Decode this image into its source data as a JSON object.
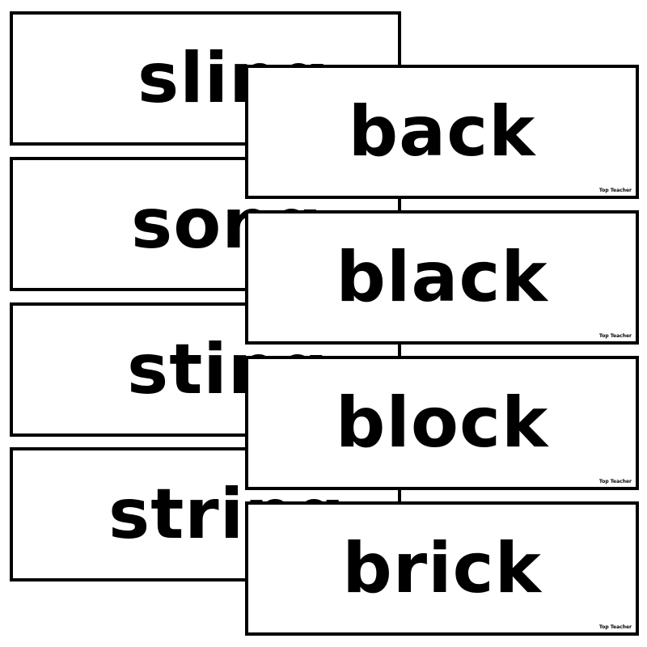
{
  "back_cards": [
    {
      "word": "sling"
    },
    {
      "word": "song"
    },
    {
      "word": "sting"
    },
    {
      "word": "string"
    }
  ],
  "front_cards": [
    {
      "word": "back",
      "brand": "Top Teacher"
    },
    {
      "word": "black",
      "brand": "Top Teacher"
    },
    {
      "word": "block",
      "brand": "Top Teacher"
    },
    {
      "word": "brick",
      "brand": "Top Teacher"
    }
  ],
  "colors": {
    "border": "#000000",
    "background": "#ffffff",
    "text": "#000000"
  }
}
